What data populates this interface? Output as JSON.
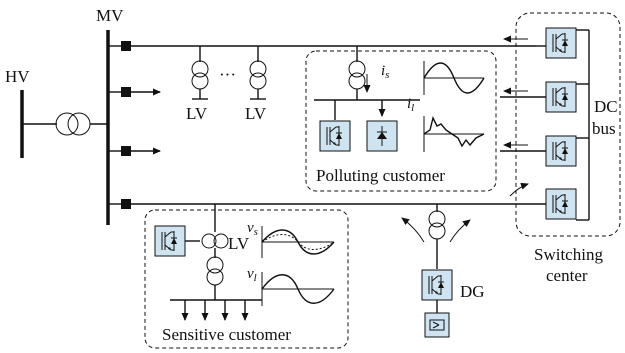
{
  "labels": {
    "hv": "HV",
    "mv": "MV",
    "lv1": "LV",
    "lv2": "LV",
    "lv_sensitive": "LV",
    "ellipsis": "···",
    "dc_line1": "DC",
    "dc_line2": "bus",
    "dg": "DG",
    "switching_line1": "Switching",
    "switching_line2": "center",
    "polluting_customer": "Polluting customer",
    "sensitive_customer": "Sensitive customer"
  },
  "symbols": {
    "is_base": "i",
    "is_sub": "s",
    "il_base": "i",
    "il_sub": "l",
    "vs_base": "v",
    "vs_sub": "s",
    "vl_base": "v",
    "vl_sub": "l"
  },
  "colors": {
    "converter_fill": "#cfe3f1",
    "line": "#111111"
  },
  "icons": [
    "transformer-icon",
    "igbt-converter-icon",
    "diode-rectifier-icon",
    "storage-source-icon"
  ]
}
